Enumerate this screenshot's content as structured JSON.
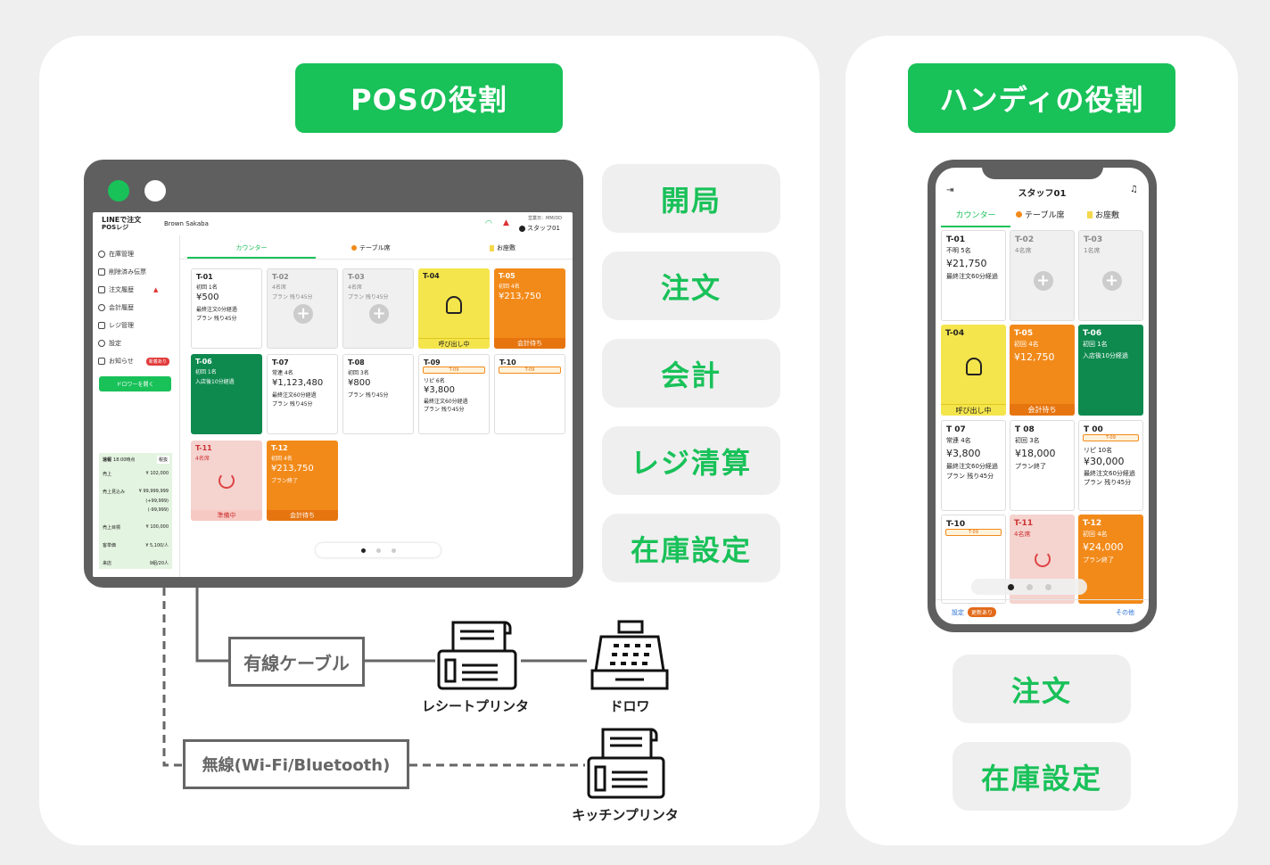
{
  "pos_section": {
    "title": "POSの役割",
    "features": [
      "開局",
      "注文",
      "会計",
      "レジ清算",
      "在庫設定"
    ]
  },
  "handy_section": {
    "title": "ハンディの役割",
    "features": [
      "注文",
      "在庫設定"
    ]
  },
  "pos_screen": {
    "logo_line1": "LINEで注文",
    "logo_line2": "POSレジ",
    "store_name": "Brown Sakaba",
    "date_label": "営業日：MM/DD",
    "staff": "スタッフ01",
    "tabs": [
      "カウンター",
      "テーブル席",
      "お座敷"
    ],
    "sidebar": [
      "在庫管理",
      "削除済み伝票",
      "注文履歴",
      "会計履歴",
      "レジ管理",
      "設定",
      "お知らせ"
    ],
    "sidebar_badge": "新着あり",
    "drawer_button": "ドロワーを開く",
    "summary_header": "速報",
    "summary_time": "18:00時点",
    "summary_tax": "税抜",
    "summary": [
      {
        "label": "売上",
        "value": "¥ 102,000"
      },
      {
        "label": "売上見込み",
        "value": "¥ 99,999,999"
      },
      {
        "label": "",
        "value": "(+99,999)"
      },
      {
        "label": "",
        "value": "(-99,999)"
      },
      {
        "label": "売上目標",
        "value": "¥ 100,000"
      },
      {
        "label": "客単価",
        "value": "¥ 5,100/人"
      },
      {
        "label": "来店",
        "value": "9組/20人"
      }
    ],
    "tiles": [
      {
        "id": "T-01",
        "l1": "初回 1名",
        "big": "¥500",
        "l2": "最終注文0分経過",
        "l3": "プラン 残り45分"
      },
      {
        "id": "T-02",
        "l1": "4名席",
        "l2": "プラン 残り45分"
      },
      {
        "id": "T-03",
        "l1": "4名席",
        "l2": "プラン 残り45分"
      },
      {
        "id": "T-04",
        "foot": "呼び出し中"
      },
      {
        "id": "T-05",
        "l1": "初回 4名",
        "big": "¥213,750",
        "foot": "会計待ち"
      },
      {
        "id": "T-06",
        "l1": "初回 1名",
        "l2": "入店後10分経過"
      },
      {
        "id": "T-07",
        "l1": "常連 4名",
        "big": "¥1,123,480",
        "l2": "最終注文60分経過",
        "l3": "プラン 残り45分"
      },
      {
        "id": "T-08",
        "l1": "初回 3名",
        "big": "¥800",
        "l2": "プラン 残り45分"
      },
      {
        "id": "T-09",
        "tag": "T-09",
        "l1": "リピ 6名",
        "big": "¥3,800",
        "l2": "最終注文60分経過",
        "l3": "プラン 残り45分"
      },
      {
        "id": "T-10",
        "tag": "T-09"
      },
      {
        "id": "T-11",
        "l1": "4名席",
        "foot": "準備中"
      },
      {
        "id": "T-12",
        "l1": "初回 4名",
        "big": "¥213,750",
        "l2": "プラン終了",
        "foot": "会計待ち"
      }
    ]
  },
  "handy_screen": {
    "header": "スタッフ01",
    "tabs": [
      "カウンター",
      "テーブル席",
      "お座敷"
    ],
    "tiles": [
      {
        "id": "T-01",
        "l1": "不明 5名",
        "big": "¥21,750",
        "l2": "最終注文60分経過"
      },
      {
        "id": "T-02",
        "l1": "4名席"
      },
      {
        "id": "T-03",
        "l1": "1名席"
      },
      {
        "id": "T-04",
        "foot": "呼び出し中"
      },
      {
        "id": "T-05",
        "l1": "初回 4名",
        "big": "¥12,750",
        "foot": "会計待ち"
      },
      {
        "id": "T-06",
        "l1": "初回 1名",
        "l2": "入店後10分経過"
      },
      {
        "id": "T 07",
        "l1": "常連 4名",
        "big": "¥3,800",
        "l2": "最終注文60分経過",
        "l3": "プラン 残り45分"
      },
      {
        "id": "T 08",
        "l1": "初回 3名",
        "big": "¥18,000",
        "l2": "プラン終了"
      },
      {
        "id": "T 00",
        "tag": "T-09",
        "l1": "リピ 10名",
        "big": "¥30,000",
        "l2": "最終注文60分経過",
        "l3": "プラン 残り45分"
      },
      {
        "id": "T-10",
        "tag": "T-09"
      },
      {
        "id": "T-11",
        "l1": "4名席"
      },
      {
        "id": "T-12",
        "l1": "初回 4名",
        "big": "¥24,000",
        "l2": "プラン終了"
      }
    ],
    "footer_left": "設定",
    "footer_badge": "更新あり",
    "footer_right": "その他"
  },
  "connections": {
    "wired_label": "有線ケーブル",
    "wireless_label": "無線(Wi-Fi/Bluetooth)",
    "receipt_printer": "レシートプリンタ",
    "drawer": "ドロワ",
    "kitchen_printer": "キッチンプリンタ"
  }
}
